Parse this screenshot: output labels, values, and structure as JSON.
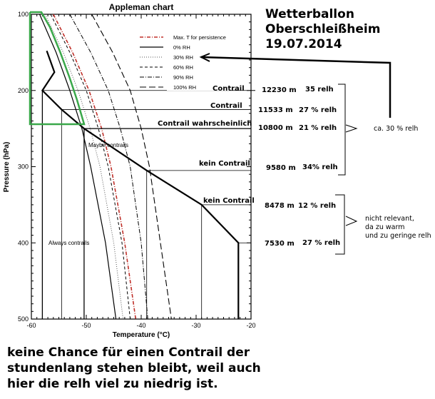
{
  "chart_data": {
    "type": "line",
    "title": "Appleman chart",
    "xlabel": "Temperature (°C)",
    "ylabel": "Pressure (hPa)",
    "xlim": [
      -60,
      -20
    ],
    "ylim": [
      100,
      500
    ],
    "y_inverted": true,
    "xticks": [
      "-60",
      "-50",
      "-40",
      "-30",
      "-20"
    ],
    "yticks": [
      "100",
      "200",
      "300",
      "400",
      "500"
    ],
    "legend_position": "top-right",
    "series": [
      {
        "name": "Max. T for persistence",
        "style": "dashdot-red",
        "p": [
          100,
          150,
          200,
          250,
          300,
          400,
          500
        ],
        "t": [
          -56,
          -52.5,
          -49.5,
          -47.2,
          -45.5,
          -43,
          -41
        ]
      },
      {
        "name": "0% RH",
        "style": "solid",
        "p": [
          100,
          150,
          200,
          250,
          300,
          400,
          500
        ],
        "t": [
          -58.5,
          -55.5,
          -53,
          -50.8,
          -49.2,
          -46.5,
          -44.6
        ]
      },
      {
        "name": "30% RH",
        "style": "dotted",
        "p": [
          100,
          150,
          200,
          250,
          300,
          400,
          500
        ],
        "t": [
          -57.5,
          -54.2,
          -51.5,
          -49.3,
          -47.5,
          -45,
          -43.3
        ]
      },
      {
        "name": "60% RH",
        "style": "dashed",
        "p": [
          100,
          150,
          200,
          250,
          300,
          400,
          500
        ],
        "t": [
          -56.5,
          -53,
          -50,
          -47.8,
          -46,
          -43.5,
          -42
        ]
      },
      {
        "name": "90% RH",
        "style": "dashdot",
        "p": [
          100,
          150,
          200,
          250,
          300,
          400,
          500
        ],
        "t": [
          -53,
          -49.2,
          -46,
          -43.8,
          -42,
          -40,
          -38.8
        ]
      },
      {
        "name": "100% RH",
        "style": "longdash",
        "p": [
          100,
          150,
          200,
          250,
          300,
          400,
          500
        ],
        "t": [
          -49,
          -45.2,
          -42,
          -40,
          -38.5,
          -36.5,
          -34.5
        ]
      }
    ],
    "sounding": {
      "p": [
        148,
        176,
        200,
        225,
        250,
        305,
        350,
        400,
        500
      ],
      "t": [
        -57.2,
        -55.8,
        -58,
        -54.5,
        -50.4,
        -39,
        -29,
        -22.3,
        -22.3
      ]
    },
    "annotations": [
      "Maybe contrails",
      "Always contrails"
    ]
  },
  "heading": [
    "Wetterballon",
    "Oberschleißheim",
    "19.07.2014"
  ],
  "levels": [
    {
      "label": "Contrail",
      "height": "12230 m",
      "relh": "35 relh"
    },
    {
      "label": "Contrail",
      "height": "11533 m",
      "relh": "27 % relh"
    },
    {
      "label": "Contrail wahrscheinlich",
      "height": "10800 m",
      "relh": "21 % relh"
    },
    {
      "label": "kein Contrail",
      "height": "9580 m",
      "relh": "34%  relh"
    },
    {
      "label": "kein Contrail",
      "height": "8478 m",
      "relh": "12 % relh"
    },
    {
      "label": "",
      "height": "7530 m",
      "relh": "27 % relh"
    }
  ],
  "summary_upper": "ca. 30 % relh",
  "summary_lower": [
    "nicht relevant,",
    "da zu warm",
    "und zu geringe relh"
  ],
  "conclusion": [
    "keine Chance für einen Contrail der",
    "stundenlang stehen bleibt, weil auch",
    "hier die relh viel zu niedrig ist."
  ]
}
